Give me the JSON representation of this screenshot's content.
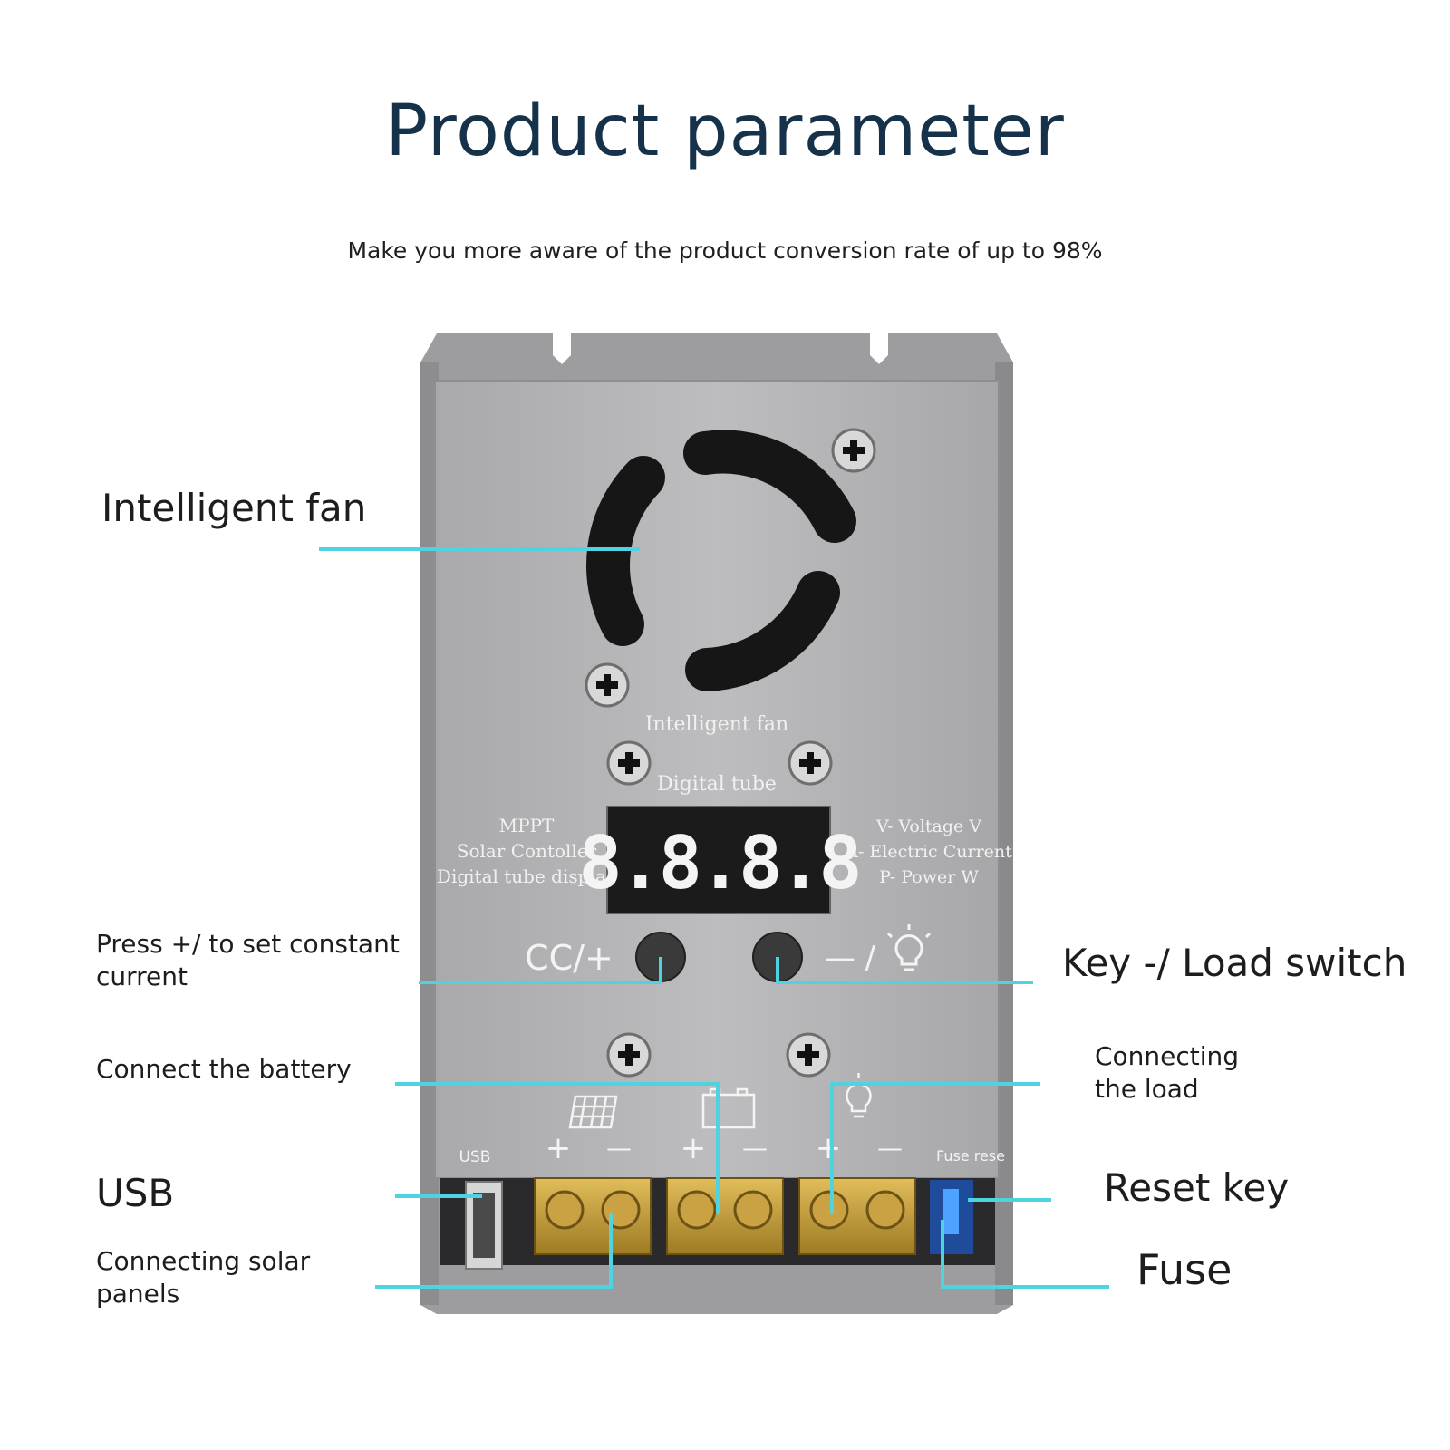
{
  "heading": {
    "title": "Product parameter",
    "subtitle": "Make you more aware of the product conversion rate of up to 98%"
  },
  "panel": {
    "fan_label": "Intelligent fan",
    "display_label": "Digital tube",
    "left_text": [
      "MPPT",
      "Solar Contoller",
      "Digital tube display"
    ],
    "right_text": [
      "V- Voltage V",
      "A- Electric Current",
      "P- Power W"
    ],
    "digits": "8.8.8.8",
    "cc_label": "CC/+",
    "minus_label": "— /",
    "usb_label": "USB",
    "fuse_reset_label": "Fuse rese",
    "terminal_signs": [
      "+",
      "—",
      "+",
      "—",
      "+",
      "—"
    ]
  },
  "callouts": {
    "intelligent_fan": "Intelligent fan",
    "press_cc_line1": "Press +/ to set constant",
    "press_cc_line2": "current",
    "connect_battery": "Connect the battery",
    "usb": "USB",
    "connect_solar_line1": "Connecting solar",
    "connect_solar_line2": "panels",
    "key_load": "Key -/ Load switch",
    "connect_load_line1": "Connecting",
    "connect_load_line2": "the load",
    "reset_key": "Reset key",
    "fuse": "Fuse"
  },
  "colors": {
    "title": "#16324b",
    "leader_line": "#4fd3e0",
    "panel": "#b3b3b5",
    "terminal": "#c9a13a"
  }
}
